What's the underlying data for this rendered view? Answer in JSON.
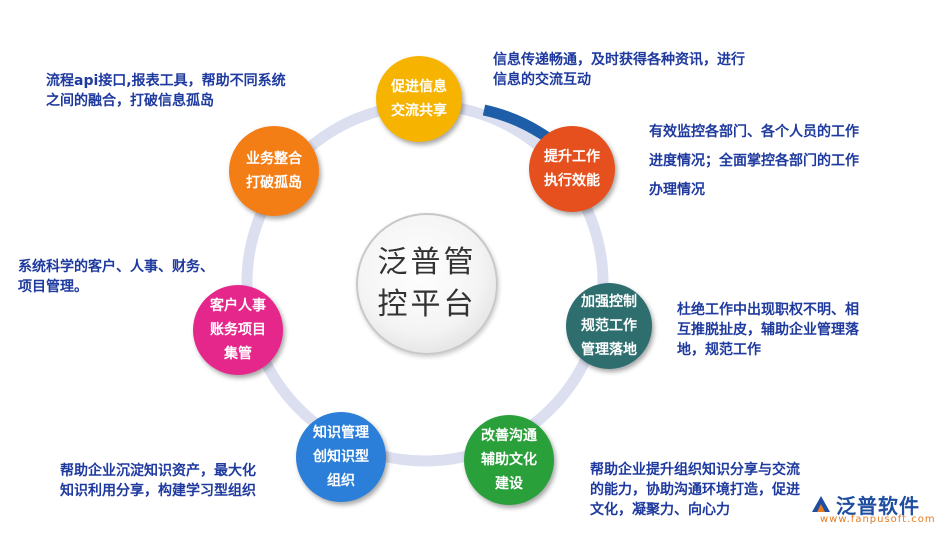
{
  "center": {
    "lines": [
      "泛普管",
      "控平台"
    ]
  },
  "nodes": [
    {
      "lines": [
        "促进信息",
        "交流共享"
      ],
      "color": "#f6b400"
    },
    {
      "lines": [
        "提升工作",
        "执行效能"
      ],
      "color": "#e5501e"
    },
    {
      "lines": [
        "加强控制",
        "规范工作",
        "管理落地"
      ],
      "color": "#2e6e6e"
    },
    {
      "lines": [
        "改善沟通",
        "辅助文化",
        "建设"
      ],
      "color": "#2aa03a"
    },
    {
      "lines": [
        "知识管理",
        "创知识型",
        "组织"
      ],
      "color": "#2b7fd8"
    },
    {
      "lines": [
        "客户人事",
        "账务项目",
        "集管"
      ],
      "color": "#e5278b"
    },
    {
      "lines": [
        "业务整合",
        "打破孤岛"
      ],
      "color": "#f47e16"
    }
  ],
  "descriptions": [
    {
      "lines": [
        "信息传递畅通，及时获得各种资讯，进行",
        "信息的交流互动"
      ]
    },
    {
      "lines": [
        "有效监控各部门、各个人员的工作",
        "进度情况；全面掌控各部门的工作",
        "办理情况"
      ]
    },
    {
      "lines": [
        "杜绝工作中出现职权不明、相",
        "互推脱扯皮，辅助企业管理落",
        "地，规范工作"
      ]
    },
    {
      "lines": [
        "帮助企业提升组织知识分享与交流",
        "的能力，协助沟通环境打造，促进",
        "文化，凝聚力、向心力"
      ]
    },
    {
      "lines": [
        "帮助企业沉淀知识资产，最大化",
        "知识利用分享，构建学习型组织"
      ]
    },
    {
      "lines": [
        "系统科学的客户、人事、财务、",
        "项目管理。"
      ]
    },
    {
      "lines": [
        "流程api接口,报表工具，帮助不同系统",
        "之间的融合，打破信息孤岛"
      ]
    }
  ],
  "logo": {
    "name": "泛普软件",
    "url": "www.fanpusoft.com"
  },
  "ring_color": "#dcdff0",
  "highlight_arc_color": "#1e5ea8"
}
